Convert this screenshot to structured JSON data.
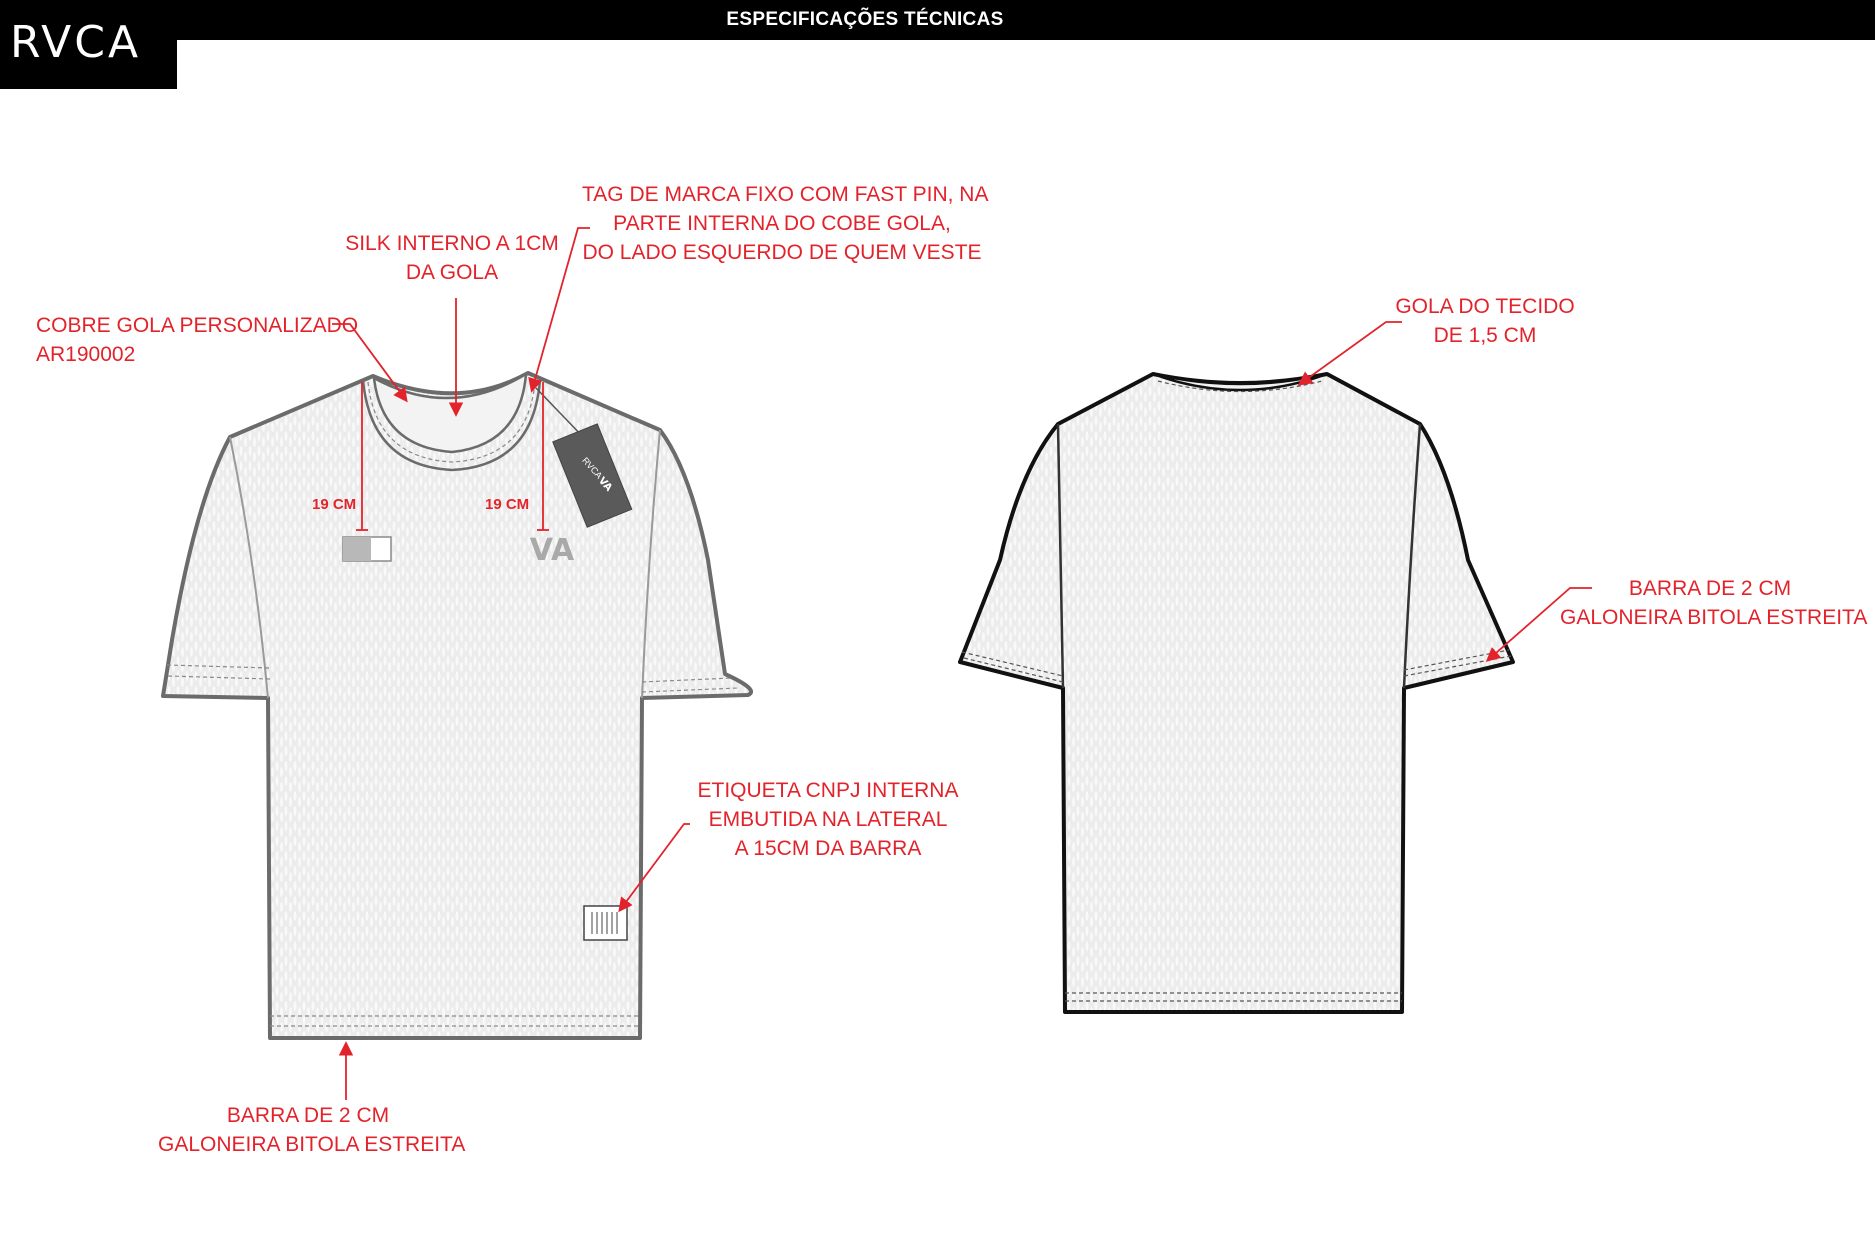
{
  "header": {
    "title": "ESPECIFICAÇÕES TÉCNICAS",
    "logo": "RVCA"
  },
  "annotations": {
    "tag": [
      "TAG DE MARCA FIXO COM FAST PIN, NA",
      "PARTE INTERNA DO COBE GOLA,",
      "DO LADO ESQUERDO  DE QUEM VESTE"
    ],
    "silk": [
      "SILK INTERNO A 1CM",
      "DA GOLA"
    ],
    "cobre_gola": [
      "COBRE GOLA PERSONALIZADO",
      "AR190002"
    ],
    "gola_tecido": [
      "GOLA DO TECIDO",
      "DE 1,5 CM"
    ],
    "barra_manga": [
      "BARRA DE 2 CM",
      "GALONEIRA BITOLA ESTREITA"
    ],
    "etiqueta": [
      "ETIQUETA CNPJ INTERNA",
      "EMBUTIDA NA LATERAL",
      "A 15CM DA BARRA"
    ],
    "barra_front": [
      "BARRA DE 2 CM",
      "GALONEIRA BITOLA ESTREITA"
    ]
  },
  "measurements": {
    "left": "19 CM",
    "right": "19 CM"
  },
  "hang_tag": {
    "logo": "RVCA",
    "mark": "VA"
  },
  "chest_logo": "VA",
  "colors": {
    "annotation": "#e3232b",
    "garment": "#ededed",
    "outline_front": "#6b6b6b",
    "outline_back": "#111111",
    "header_bg": "#000000"
  }
}
